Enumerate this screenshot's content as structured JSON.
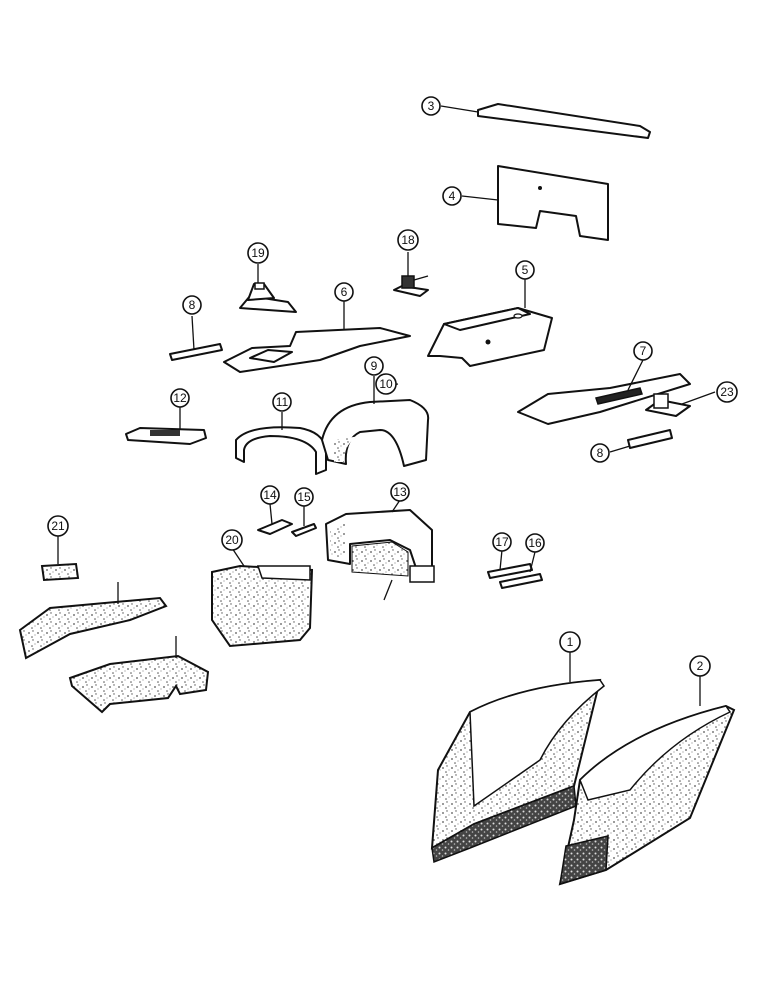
{
  "callouts": [
    {
      "id": "c1",
      "label": "1"
    },
    {
      "id": "c2",
      "label": "2"
    },
    {
      "id": "c3",
      "label": "3"
    },
    {
      "id": "c4",
      "label": "4"
    },
    {
      "id": "c5",
      "label": "5"
    },
    {
      "id": "c6",
      "label": "6"
    },
    {
      "id": "c7",
      "label": "7"
    },
    {
      "id": "c8a",
      "label": "8"
    },
    {
      "id": "c8b",
      "label": "8"
    },
    {
      "id": "c9",
      "label": "9"
    },
    {
      "id": "c10",
      "label": "10"
    },
    {
      "id": "c11",
      "label": "11"
    },
    {
      "id": "c12",
      "label": "12"
    },
    {
      "id": "c13",
      "label": "13"
    },
    {
      "id": "c14",
      "label": "14"
    },
    {
      "id": "c15",
      "label": "15"
    },
    {
      "id": "c16",
      "label": "16"
    },
    {
      "id": "c17",
      "label": "17"
    },
    {
      "id": "c18",
      "label": "18"
    },
    {
      "id": "c19",
      "label": "19"
    },
    {
      "id": "c20",
      "label": "20"
    },
    {
      "id": "c21",
      "label": "21"
    },
    {
      "id": "c23",
      "label": "23"
    }
  ],
  "colors": {
    "ink": "#111111",
    "paper": "#ffffff",
    "texture": "#555555"
  }
}
